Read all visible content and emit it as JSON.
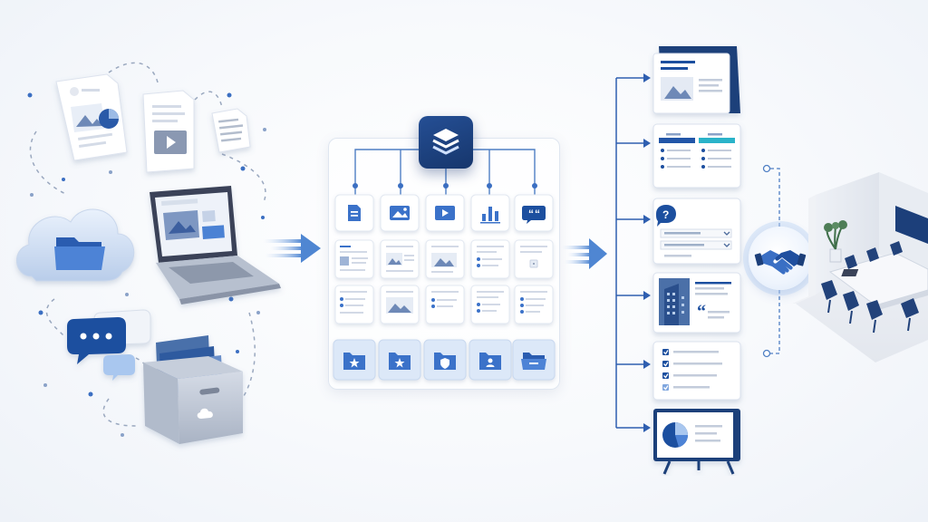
{
  "illustration": {
    "type": "content-workflow",
    "stages": [
      "sources",
      "organize",
      "outputs",
      "meeting"
    ]
  },
  "palette": {
    "background": "#f5f7fb",
    "navy": "#1c3f7a",
    "blue": "#3b6fc2",
    "light_blue": "#7fb0ea",
    "tile": "#ffffff",
    "line": "#2f5fb0",
    "teal": "#2bb3c9"
  },
  "sources": {
    "items": [
      {
        "name": "image-document",
        "icon": "image-document-icon"
      },
      {
        "name": "video-document",
        "icon": "video-document-icon"
      },
      {
        "name": "text-document",
        "icon": "text-document-icon"
      },
      {
        "name": "cloud-folder",
        "icon": "cloud-folder-icon"
      },
      {
        "name": "laptop",
        "icon": "laptop-icon"
      },
      {
        "name": "chat",
        "icon": "chat-bubble-icon"
      },
      {
        "name": "archive-box",
        "icon": "archive-box-icon"
      }
    ]
  },
  "hub": {
    "icon": "stack-layers-icon",
    "categories": [
      {
        "icon": "document-icon"
      },
      {
        "icon": "image-icon"
      },
      {
        "icon": "video-icon"
      },
      {
        "icon": "bar-chart-icon"
      },
      {
        "icon": "quote-icon"
      }
    ],
    "folders": [
      {
        "icon": "star-folder-icon"
      },
      {
        "icon": "star-folder-icon"
      },
      {
        "icon": "shield-folder-icon"
      },
      {
        "icon": "user-folder-icon"
      },
      {
        "icon": "open-folder-icon"
      }
    ]
  },
  "outputs": [
    {
      "kind": "brochure",
      "icon": "brochure-icon"
    },
    {
      "kind": "comparison-table",
      "icon": "table-icon"
    },
    {
      "kind": "faq",
      "icon": "question-icon"
    },
    {
      "kind": "case-study",
      "icon": "building-quote-icon"
    },
    {
      "kind": "checklist",
      "icon": "checklist-icon"
    },
    {
      "kind": "presentation",
      "icon": "pie-chart-board-icon"
    }
  ],
  "result": {
    "icon": "handshake-icon",
    "scene": "meeting-room"
  }
}
